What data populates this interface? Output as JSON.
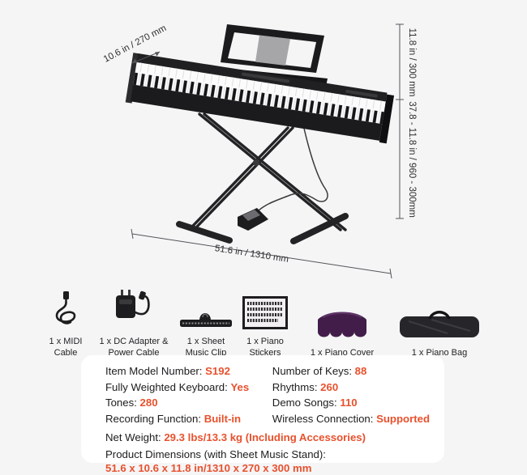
{
  "page": {
    "background": "#f5f5f6",
    "card_background": "#ffffff",
    "accent_color": "#e8512d",
    "text_color": "#1c1c1e",
    "cover_color": "#421d4a"
  },
  "diagram": {
    "depth_label": "10.6 in / 270 mm",
    "height_top_label": "11.8 in / 300 mm",
    "height_range_label": "37.8 - 11.8 in / 960 - 300mm",
    "width_label": "51.6 in / 1310 mm"
  },
  "accessories": [
    {
      "icon": "midi-cable-icon",
      "label": "1 x MIDI Cable"
    },
    {
      "icon": "dc-adapter-icon",
      "label": "1 x DC Adapter & Power Cable"
    },
    {
      "icon": "sheet-music-clip-icon",
      "label": "1 x Sheet Music Clip"
    },
    {
      "icon": "piano-stickers-icon",
      "label": "1 x Piano Stickers"
    },
    {
      "icon": "piano-cover-icon",
      "label": "1 x Piano Cover"
    },
    {
      "icon": "piano-bag-icon",
      "label": "1 x Piano Bag"
    }
  ],
  "specs": {
    "left": [
      {
        "label": "Item Model Number: ",
        "value": "S192"
      },
      {
        "label": "Fully Weighted Keyboard: ",
        "value": "Yes"
      },
      {
        "label": "Tones: ",
        "value": "280"
      },
      {
        "label": "Recording Function: ",
        "value": "Built-in"
      }
    ],
    "right": [
      {
        "label": "Number of Keys: ",
        "value": "88"
      },
      {
        "label": "Rhythms: ",
        "value": "260"
      },
      {
        "label": "Demo Songs: ",
        "value": "110"
      },
      {
        "label": "Wireless Connection: ",
        "value": "Supported"
      }
    ],
    "net_weight": {
      "label": "Net Weight: ",
      "value": "29.3 lbs/13.3 kg (Including Accessories)"
    },
    "dimensions": {
      "label": "Product Dimensions (with Sheet Music Stand):",
      "value": "51.6 x 10.6 x 11.8 in/1310 x 270 x 300 mm"
    }
  }
}
